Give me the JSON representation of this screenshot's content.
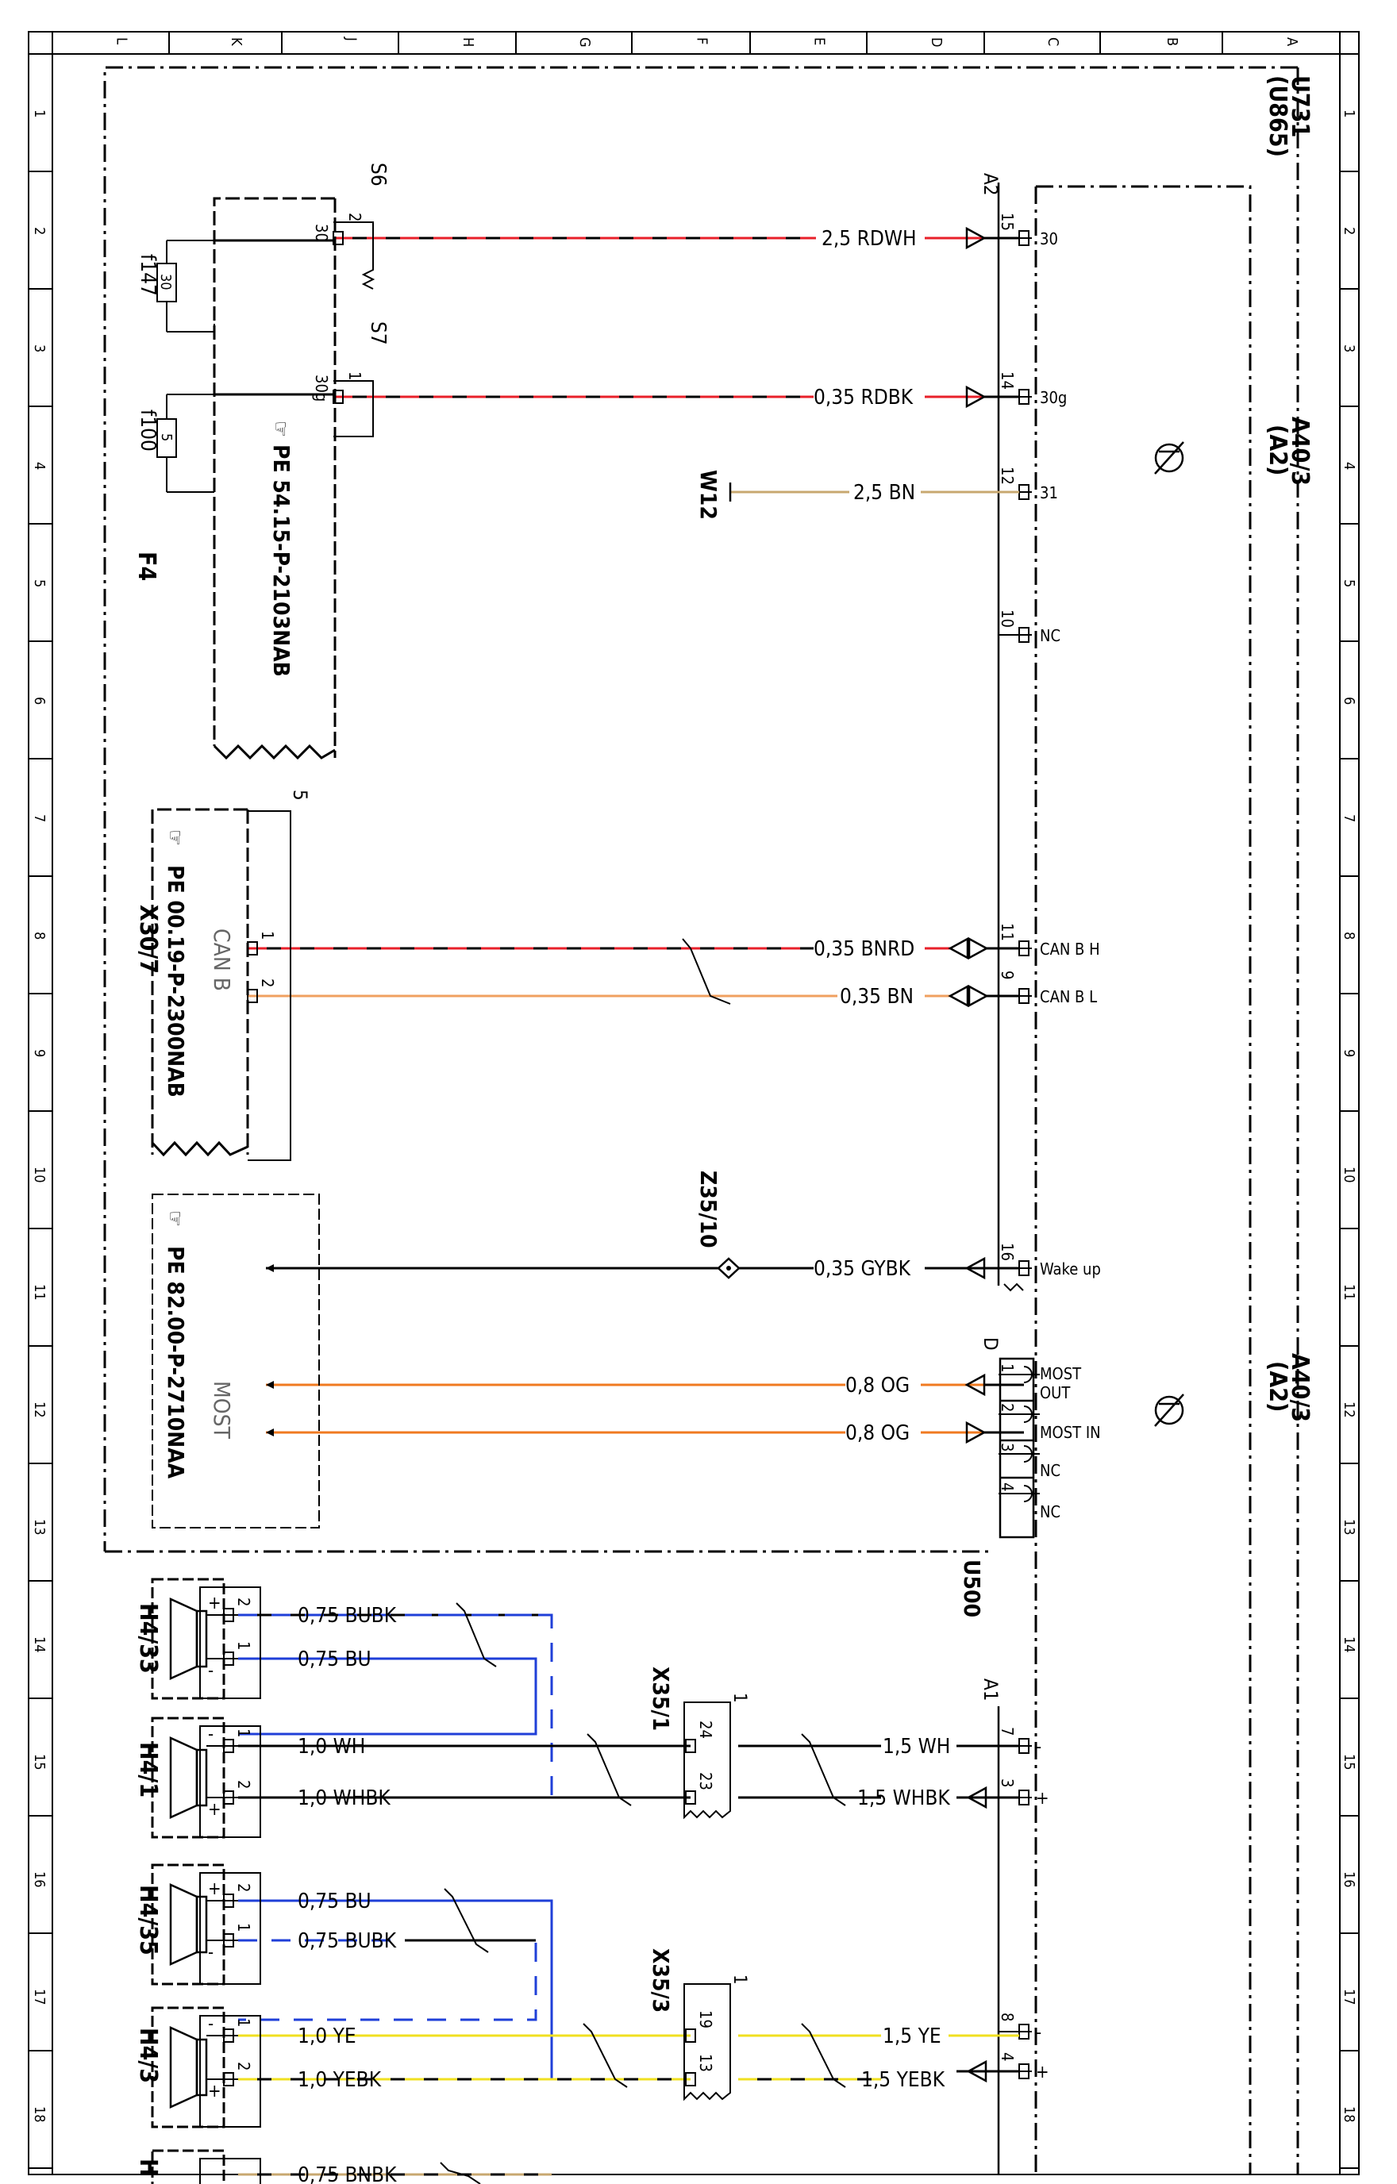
{
  "grid": {
    "top_letters": [
      "L",
      "K",
      "J",
      "H",
      "G",
      "F",
      "E",
      "D",
      "C",
      "B",
      "A"
    ],
    "row_numbers": [
      "1",
      "2",
      "3",
      "4",
      "5",
      "6",
      "7",
      "8",
      "9",
      "10",
      "11",
      "12",
      "13",
      "14",
      "15",
      "16",
      "17",
      "18"
    ]
  },
  "labels": {
    "u731": "U731",
    "u865": "(U865)",
    "a40_3": "A40/3",
    "a2_paren": "(A2)",
    "a2": "A2",
    "a1": "A1",
    "d": "D",
    "s6": "S6",
    "s7": "S7",
    "f147": "f147",
    "f100": "f100",
    "f147_val": "30",
    "f100_val": "5",
    "f4": "F4",
    "w12": "W12",
    "z35_10": "Z35/10",
    "x30_7": "X30/7",
    "x35_1": "X35/1",
    "x35_3": "X35/3",
    "u500": "U500",
    "h4_33": "H4/33",
    "h4_1": "H4/1",
    "h4_35": "H4/35",
    "h4_3": "H4/3",
    "h_partial": "H",
    "can_b": "CAN B",
    "most": "MOST",
    "pe_1": "PE 54.15-P-2103NAB",
    "pe_2": "PE 00.19-P-2300NAB",
    "pe_3": "PE 82.00-P-2710NAA",
    "num_5": "5",
    "num_1a": "1",
    "num_1b": "1"
  },
  "pins": {
    "p15": "15",
    "p14": "14",
    "p12": "12",
    "p10": "10",
    "p11": "11",
    "p9": "9",
    "p16": "16",
    "d1": "1",
    "d2": "2",
    "d3": "3",
    "d4": "4",
    "a7": "7",
    "a3": "3",
    "a8": "8",
    "a4": "4",
    "s6_2": "2",
    "s6_30": "30",
    "s7_1": "1",
    "s7_30g": "30g",
    "x30_1": "1",
    "x30_2": "2",
    "x35_24": "24",
    "x35_23": "23",
    "x35_19": "19",
    "x35_13": "13",
    "h1": "2",
    "h2": "1",
    "h3": "1",
    "h4": "2",
    "h5": "2",
    "h6": "1",
    "h7": "1",
    "h8": "2"
  },
  "functions": {
    "f30": "30",
    "f30g": "30g",
    "f31": "31",
    "fnc1": "NC",
    "can_h": "CAN B H",
    "can_l": "CAN B L",
    "wake": "Wake up",
    "most_out_1": "MOST",
    "most_out_2": "OUT",
    "most_in": "MOST IN",
    "nc2": "NC",
    "nc3": "NC",
    "minus1": "-",
    "plus1": "+",
    "minus2": "-",
    "plus2": "+"
  },
  "wires": {
    "w1": "2,5  RDWH",
    "w2": "0,35  RDBK",
    "w3": "2,5  BN",
    "w4": "0,35  BNRD",
    "w5": "0,35  BN",
    "w6": "0,35  GYBK",
    "w7": "0,8  OG",
    "w8": "0,8  OG",
    "w9": "1,5  WH",
    "w10": "1,5  WHBK",
    "w11": "1,5  YE",
    "w12": "1,5  YEBK",
    "s1": "0,75  BUBK",
    "s2": "0,75  BU",
    "s3": "1,0  WH",
    "s4": "1,0  WHBK",
    "s5": "0,75  BU",
    "s6": "0,75  BUBK",
    "s7": "1,0  YE",
    "s8": "1,0  YEBK",
    "s9": "0,75  BNBK"
  },
  "colors": {
    "red": "#e8202a",
    "blue": "#1f3fd8",
    "orange": "#f07a20",
    "light_orange": "#f0a060",
    "yellow": "#f0e020",
    "tan": "#c8a870",
    "black": "#000000"
  }
}
